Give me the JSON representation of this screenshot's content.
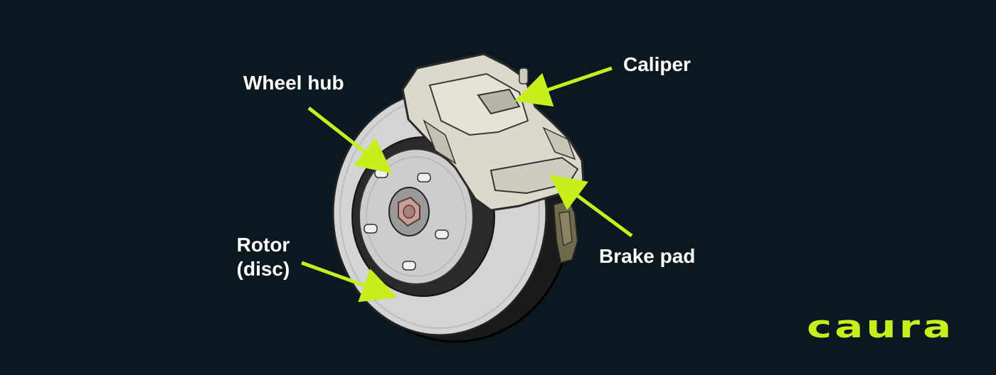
{
  "labels": {
    "wheel_hub": "Wheel hub",
    "caliper": "Caliper",
    "rotor_line1": "Rotor",
    "rotor_line2": "(disc)",
    "brake_pad": "Brake pad"
  },
  "logo": {
    "text": "caura"
  },
  "colors": {
    "background": "#0c1820",
    "arrow": "#c6ef1d",
    "label_text": "#ffffff",
    "logo": "#c6ef1d",
    "rotor": "#d4d4d4",
    "caliper": "#dcd8cc"
  },
  "icons": {
    "main": "disc-brake-assembly-icon"
  }
}
